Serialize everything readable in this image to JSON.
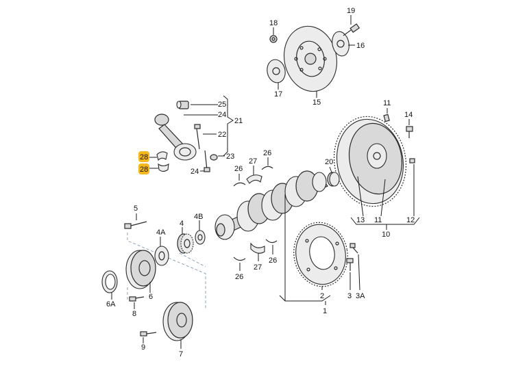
{
  "colors": {
    "highlight": "#f5b81c",
    "stroke": "#2a2a2a",
    "part_fill": "#d9d9d9",
    "dashed_guide": "#8aa0b4"
  },
  "callouts": {
    "c1": "1",
    "c2": "2",
    "c3": "3",
    "c3a": "3A",
    "c4": "4",
    "c4a": "4A",
    "c4b": "4B",
    "c5": "5",
    "c6": "6",
    "c6a": "6A",
    "c7": "7",
    "c8": "8",
    "c9": "9",
    "c10": "10",
    "c11_top": "11",
    "c11_bottom": "11",
    "c12": "12",
    "c13": "13",
    "c14": "14",
    "c15": "15",
    "c16": "16",
    "c17": "17",
    "c18": "18",
    "c19": "19",
    "c20": "20",
    "c21": "21",
    "c22": "22",
    "c23": "23",
    "c24_top": "24",
    "c24_bottom": "24",
    "c25": "25",
    "c26_a": "26",
    "c26_b": "26",
    "c26_c": "26",
    "c26_d": "26",
    "c27_top": "27",
    "c27_bottom": "27",
    "c28_top": "28",
    "c28_bottom": "28"
  }
}
